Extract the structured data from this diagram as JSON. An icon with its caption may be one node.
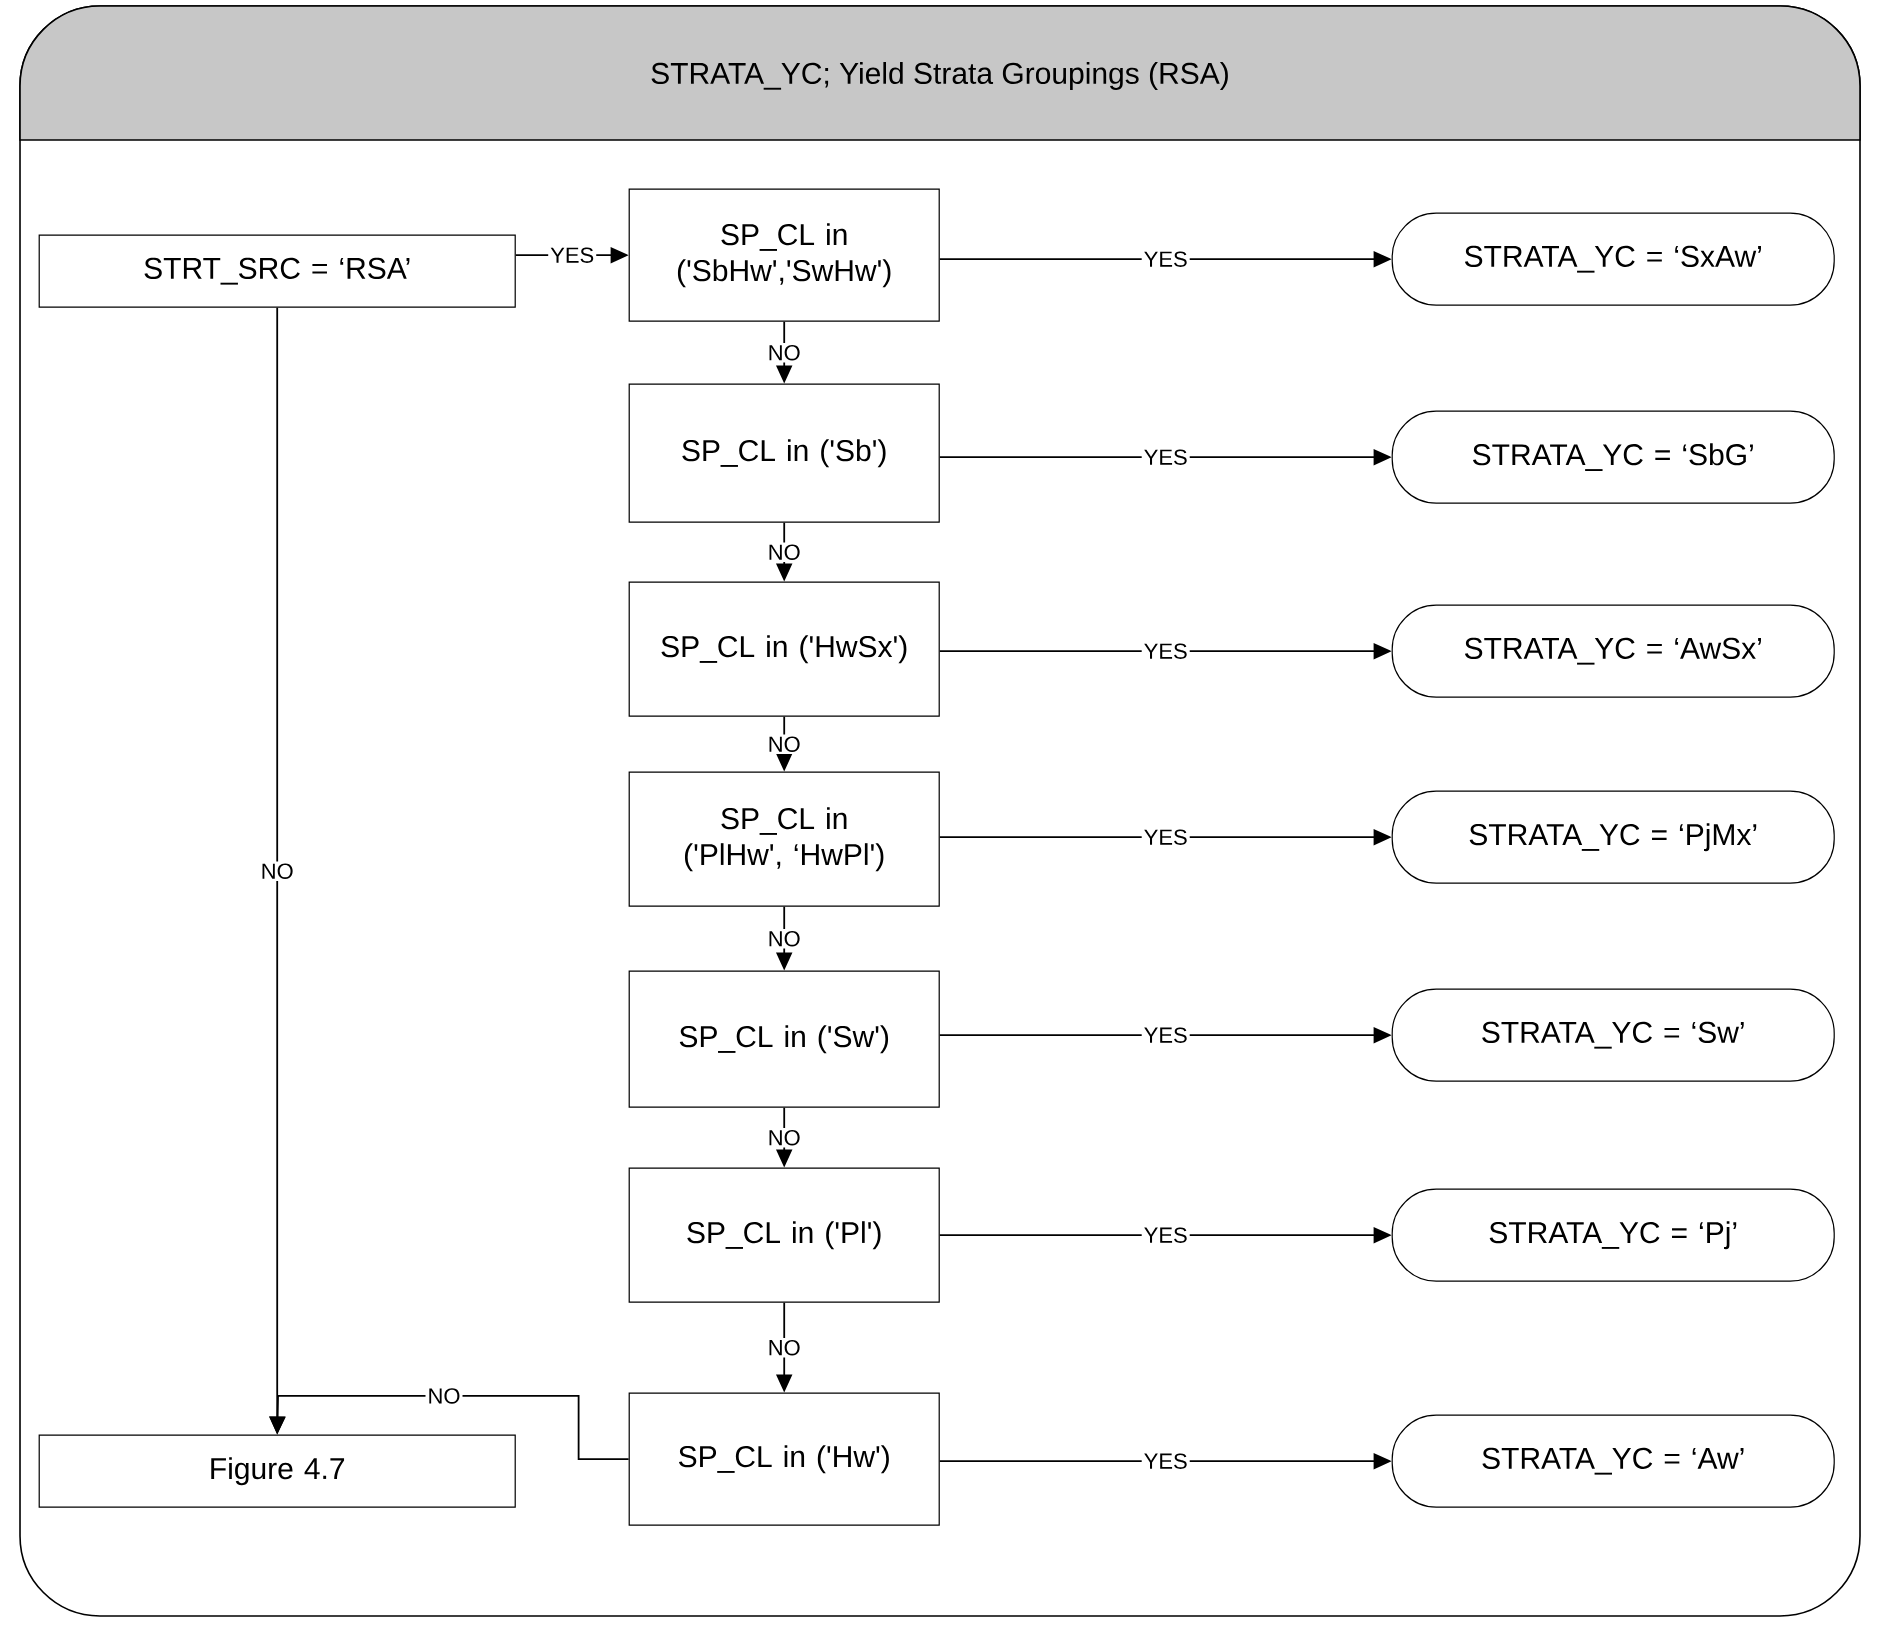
{
  "diagram": {
    "nodes": [
      {
        "text": [
          "STRATA_YC; Yield Strata Groupings (RSA)"
        ]
      },
      {
        "text": [
          "STRT_SRC = ‘RSA’"
        ],
        "in": 0
      },
      {
        "text": [
          "SP_CL in ('SbHw','SwHw')"
        ],
        "in": 0
      },
      {
        "text": [
          "STRATA_YC = ‘SxAw’"
        ],
        "in": 0
      },
      {
        "text": [
          "SP_CL in ('Sb')"
        ],
        "in": 0
      },
      {
        "text": [
          "STRATA_YC = ‘SbG’"
        ],
        "in": 0
      },
      {
        "text": [
          "SP_CL in ('HwSx')"
        ],
        "in": 0
      },
      {
        "text": [
          "STRATA_YC = ‘AwSx’"
        ],
        "in": 0
      },
      {
        "text": [
          "SP_CL in ('PlHw', ‘HwPl')"
        ],
        "in": 0
      },
      {
        "text": [
          "STRATA_YC = ‘PjMx’"
        ],
        "in": 0
      },
      {
        "text": [
          "SP_CL in ('Sw')"
        ],
        "in": 0
      },
      {
        "text": [
          "STRATA_YC = ‘Sw’"
        ],
        "in": 0
      },
      {
        "text": [
          "SP_CL in ('Pl')"
        ],
        "in": 0
      },
      {
        "text": [
          "STRATA_YC = ‘Pj’"
        ],
        "in": 0
      },
      {
        "text": [
          "SP_CL in ('Hw')"
        ],
        "in": 0
      },
      {
        "text": [
          "STRATA_YC = ‘Aw’"
        ],
        "in": 0
      },
      {
        "text": [
          "Figure 4.7"
        ],
        "in": 0
      }
    ],
    "edges": [
      {
        "from": 1,
        "to": 2,
        "arrow": "to",
        "label": "YES"
      },
      {
        "from": 2,
        "to": 3,
        "arrow": "to",
        "label": "YES"
      },
      {
        "from": 2,
        "to": 4,
        "arrow": "to",
        "label": "NO"
      },
      {
        "from": 4,
        "to": 5,
        "arrow": "to",
        "label": "YES"
      },
      {
        "from": 4,
        "to": 6,
        "arrow": "to",
        "label": "NO"
      },
      {
        "from": 6,
        "to": 7,
        "arrow": "to",
        "label": "YES"
      },
      {
        "from": 6,
        "to": 8,
        "arrow": "to",
        "label": "NO"
      },
      {
        "from": 8,
        "to": 9,
        "arrow": "to",
        "label": "YES"
      },
      {
        "from": 8,
        "to": 10,
        "arrow": "to",
        "label": "NO"
      },
      {
        "from": 10,
        "to": 11,
        "arrow": "to",
        "label": "YES"
      },
      {
        "from": 10,
        "to": 12,
        "arrow": "to",
        "label": "NO"
      },
      {
        "from": 12,
        "to": 13,
        "arrow": "to",
        "label": "YES"
      },
      {
        "from": 12,
        "to": 14,
        "arrow": "to",
        "label": "NO"
      },
      {
        "from": 14,
        "to": 15,
        "arrow": "to",
        "label": "YES"
      },
      {
        "from": 1,
        "to": 16,
        "arrow": "to",
        "label": "NO"
      },
      {
        "from": 14,
        "to": 16,
        "arrow": "to",
        "label": "NO"
      }
    ]
  }
}
